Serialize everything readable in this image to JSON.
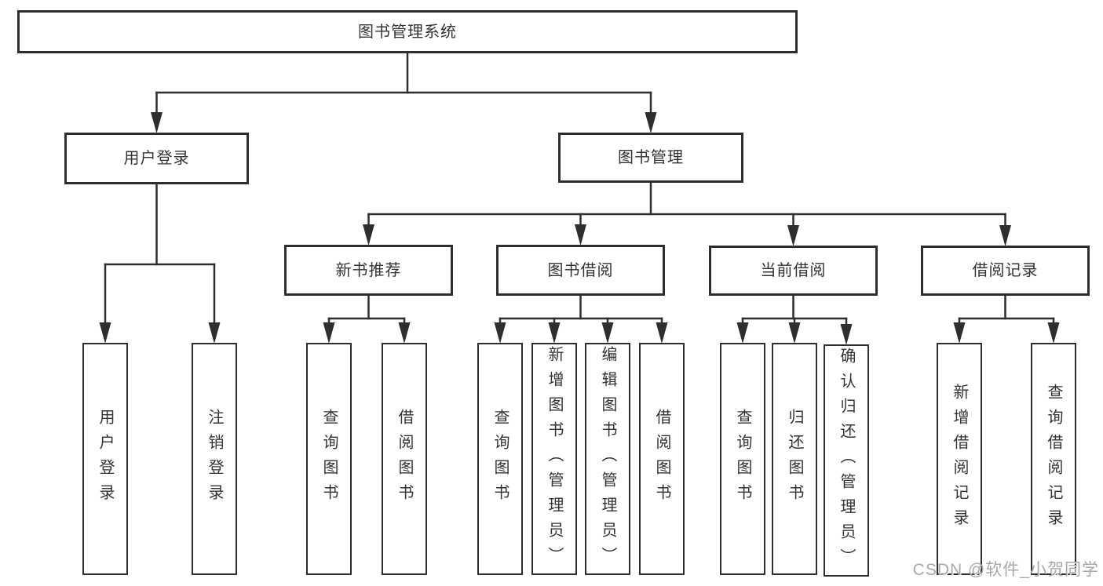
{
  "diagram": {
    "title": "图书管理系统",
    "type": "tree",
    "nodes": [
      {
        "id": "system-root",
        "label": "图书管理系统",
        "level": 0
      },
      {
        "id": "user-login",
        "label": "用户登录",
        "level": 1
      },
      {
        "id": "book-management",
        "label": "图书管理",
        "level": 1
      },
      {
        "id": "new-book",
        "label": "新书推荐",
        "level": 2
      },
      {
        "id": "book-borrow",
        "label": "图书借阅",
        "level": 2
      },
      {
        "id": "current-borrow",
        "label": "当前借阅",
        "level": 2
      },
      {
        "id": "borrow-record",
        "label": "借阅记录",
        "level": 2
      },
      {
        "id": "leaf-user-login",
        "label": "用户登录",
        "level": 3
      },
      {
        "id": "leaf-logout",
        "label": "注销登录",
        "level": 3
      },
      {
        "id": "leaf-query-book-1",
        "label": "查询图书",
        "level": 3
      },
      {
        "id": "leaf-borrow-book-1",
        "label": "借阅图书",
        "level": 3
      },
      {
        "id": "leaf-query-book-2",
        "label": "查询图书",
        "level": 3
      },
      {
        "id": "leaf-add-book",
        "label": "新增图书（管理员）",
        "level": 3
      },
      {
        "id": "leaf-edit-book",
        "label": "编辑图书（管理员）",
        "level": 3
      },
      {
        "id": "leaf-borrow-book-2",
        "label": "借阅图书",
        "level": 3
      },
      {
        "id": "leaf-query-book-3",
        "label": "查询图书",
        "level": 3
      },
      {
        "id": "leaf-return-book",
        "label": "归还图书",
        "level": 3
      },
      {
        "id": "leaf-confirm-return",
        "label": "确认归还（管理员）",
        "level": 3
      },
      {
        "id": "leaf-add-record",
        "label": "新增借阅记录",
        "level": 3
      },
      {
        "id": "leaf-query-record",
        "label": "查询借阅记录",
        "level": 3
      }
    ],
    "edges": [
      {
        "from": "system-root",
        "to": [
          "user-login",
          "book-management"
        ]
      },
      {
        "from": "user-login",
        "to": [
          "leaf-user-login",
          "leaf-logout"
        ]
      },
      {
        "from": "book-management",
        "to": [
          "new-book",
          "book-borrow",
          "current-borrow",
          "borrow-record"
        ]
      },
      {
        "from": "new-book",
        "to": [
          "leaf-query-book-1",
          "leaf-borrow-book-1"
        ]
      },
      {
        "from": "book-borrow",
        "to": [
          "leaf-query-book-2",
          "leaf-add-book",
          "leaf-edit-book",
          "leaf-borrow-book-2"
        ]
      },
      {
        "from": "current-borrow",
        "to": [
          "leaf-query-book-3",
          "leaf-return-book",
          "leaf-confirm-return"
        ]
      },
      {
        "from": "borrow-record",
        "to": [
          "leaf-add-record",
          "leaf-query-record"
        ]
      }
    ]
  },
  "watermark": {
    "text": "CSDN @软件_小贺同学"
  },
  "colors": {
    "line": "#2e2e2e",
    "box_border": "#2e2e2e",
    "box_fill": "#ffffff",
    "text": "#333333",
    "watermark": "#a8a8a8",
    "background": "#ffffff"
  }
}
